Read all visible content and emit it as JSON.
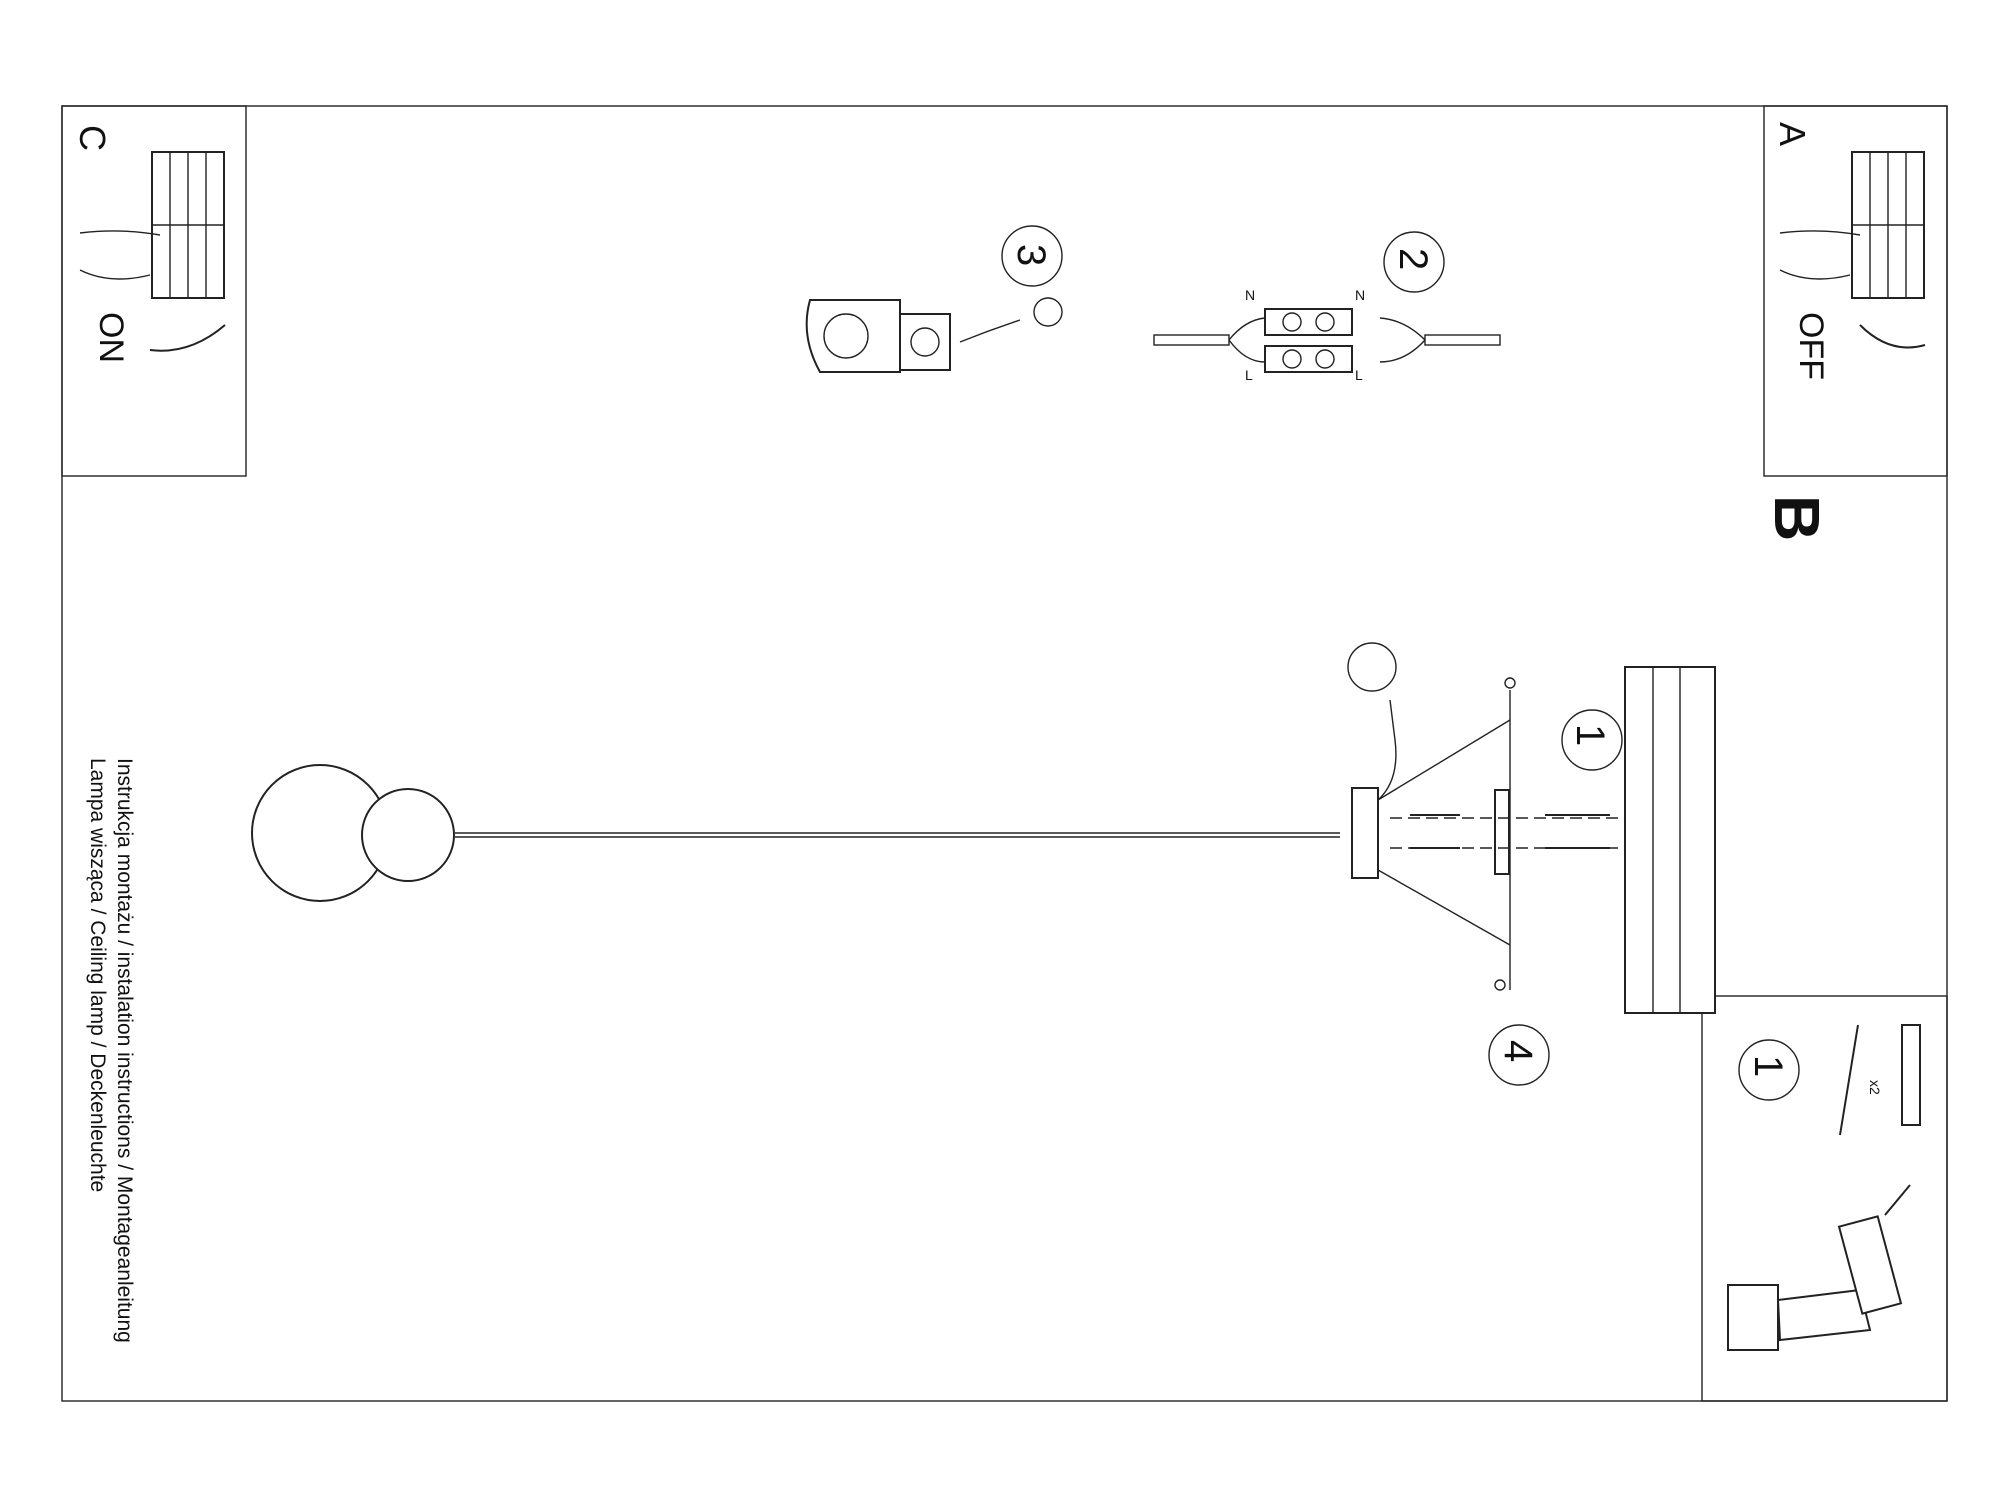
{
  "title_lines": [
    "Instrukcja montażu / instalation instructions / Montageanleitung",
    "Lampa wisząca / Ceiling lamp / Deckenleuchte"
  ],
  "panels": {
    "a": {
      "letter": "A",
      "caption": "OFF"
    },
    "b": {
      "letter": "B"
    },
    "c": {
      "letter": "C",
      "caption": "ON"
    }
  },
  "step_numbers": {
    "one": "1",
    "two": "2",
    "three": "3",
    "four": "4",
    "kit_one": "1"
  },
  "terminal_labels": {
    "n": "N",
    "l": "L"
  },
  "kit_quantity": "x2"
}
